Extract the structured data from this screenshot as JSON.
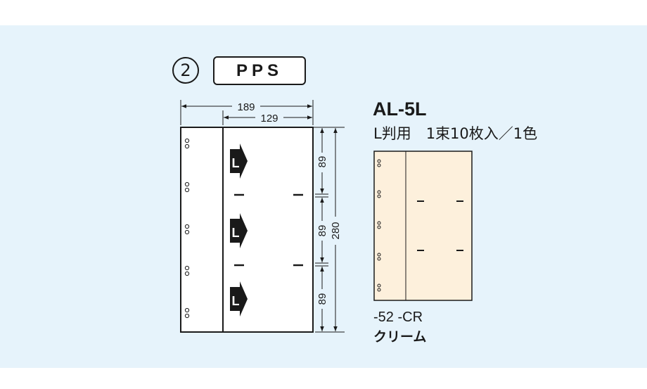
{
  "header": {
    "number_badge": "2",
    "material": "PPS"
  },
  "dimensions": {
    "overall_width": "189",
    "pocket_width": "129",
    "overall_height": "280",
    "pocket_height_top": "89",
    "pocket_height_middle": "89",
    "pocket_height_bottom": "89"
  },
  "product": {
    "model": "AL-5L",
    "description": "L判用　1束10枚入／1色"
  },
  "swatch": {
    "code": "-52 -CR",
    "color_name": "クリーム",
    "fill_color": "#fdf0dc"
  },
  "pocket_mark": {
    "letter": "L"
  },
  "colors": {
    "background": "#e6f3fb",
    "line": "#1a1a1a"
  }
}
